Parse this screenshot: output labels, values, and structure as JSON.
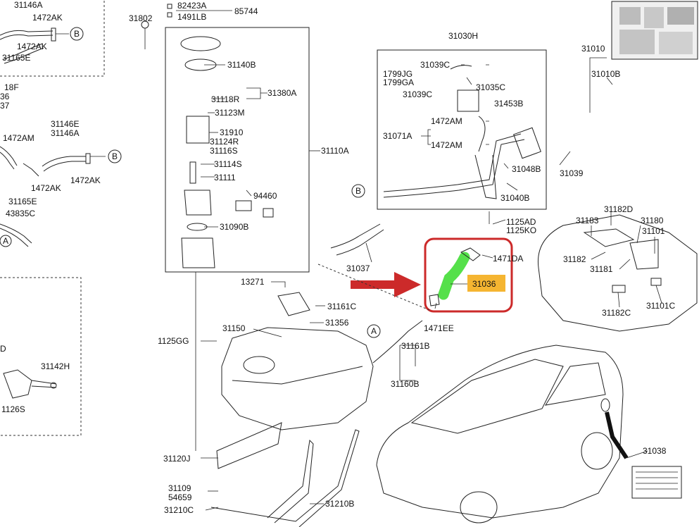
{
  "colors": {
    "highlight_green": "#55e04a",
    "highlight_orange": "#f5b531",
    "highlight_red": "#cc2a2a"
  },
  "labels": {
    "l_31146A": "31146A",
    "l_1472AK_a": "1472AK",
    "l_1472AK_b": "1472AK",
    "l_31165E_a": "31165E",
    "l_18F": "18F",
    "l_36": "36",
    "l_37": "37",
    "l_31146E": "31146E",
    "l_31146A_b": "31146A",
    "l_1472AM_a": "1472AM",
    "l_1472AK_c": "1472AK",
    "l_1472AK_d": "1472AK",
    "l_31165E_b": "31165E",
    "l_43835C": "43835C",
    "l_D": "D",
    "l_31142H": "31142H",
    "l_1126S": "1126S",
    "l_82423A": "82423A",
    "l_1491LB": "1491LB",
    "l_85744": "85744",
    "l_31802": "31802",
    "l_31140B": "31140B",
    "l_31118R": "31118R",
    "l_31380A": "31380A",
    "l_31123M": "31123M",
    "l_31910": "31910",
    "l_31124R": "31124R",
    "l_31116S": "31116S",
    "l_31110A": "31110A",
    "l_31114S": "31114S",
    "l_31111": "31111",
    "l_94460": "94460",
    "l_31090B": "31090B",
    "l_31030H": "31030H",
    "l_31039C_a": "31039C",
    "l_1799JG": "1799JG",
    "l_1799GA": "1799GA",
    "l_31035C": "31035C",
    "l_31039C_b": "31039C",
    "l_31453B": "31453B",
    "l_1472AM_b": "1472AM",
    "l_31071A": "31071A",
    "l_1472AM_c": "1472AM",
    "l_31048B": "31048B",
    "l_31040B": "31040B",
    "l_31010": "31010",
    "l_31010B": "31010B",
    "l_31039": "31039",
    "l_1125AD": "1125AD",
    "l_1125KO": "1125KO",
    "l_31037": "31037",
    "l_1471DA": "1471DA",
    "l_31036": "31036",
    "l_1471EE": "1471EE",
    "l_31182D": "31182D",
    "l_31183": "31183",
    "l_31180": "31180",
    "l_31101": "31101",
    "l_31182": "31182",
    "l_31181": "31181",
    "l_31182C": "31182C",
    "l_31101C": "31101C",
    "l_13271": "13271",
    "l_31161C": "31161C",
    "l_31356": "31356",
    "l_31150": "31150",
    "l_1125GG": "1125GG",
    "l_31161B": "31161B",
    "l_31160B": "31160B",
    "l_31120J": "31120J",
    "l_31109": "31109",
    "l_54659": "54659",
    "l_31210C": "31210C",
    "l_31210B": "31210B",
    "l_31038": "31038",
    "c_B1": "B",
    "c_B2": "B",
    "c_B3": "B",
    "c_A1": "A",
    "c_A2": "A"
  }
}
